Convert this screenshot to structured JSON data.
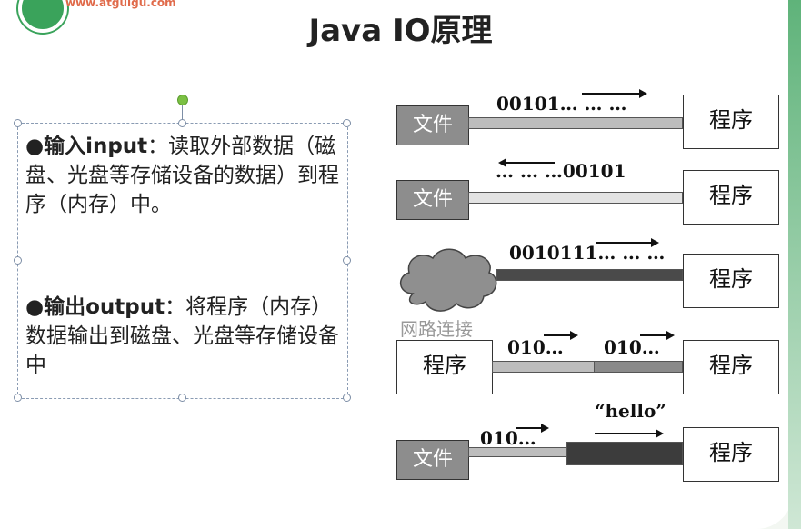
{
  "header": {
    "logo_url": "www.atguigu.com",
    "title": "Java IO原理"
  },
  "text_panel": {
    "input_bullet": "●",
    "input_label": "输入input",
    "input_text": "：读取外部数据（磁盘、光盘等存储设备的数据）到程序（内存）中。",
    "output_bullet": "●",
    "output_label": "输出output",
    "output_text": "：将程序（内存）数据输出到磁盘、光盘等存储设备中"
  },
  "diagram": {
    "file_label": "文件",
    "program_label": "程序",
    "network_label": "网路连接",
    "row1_data": "00101… … …",
    "row2_data": "… … …00101",
    "row3_data": "0010111… … …",
    "row4_data_left": "010…",
    "row4_data_right": "010…",
    "row5_data_left": "010…",
    "row5_data_right": "“hello”"
  }
}
